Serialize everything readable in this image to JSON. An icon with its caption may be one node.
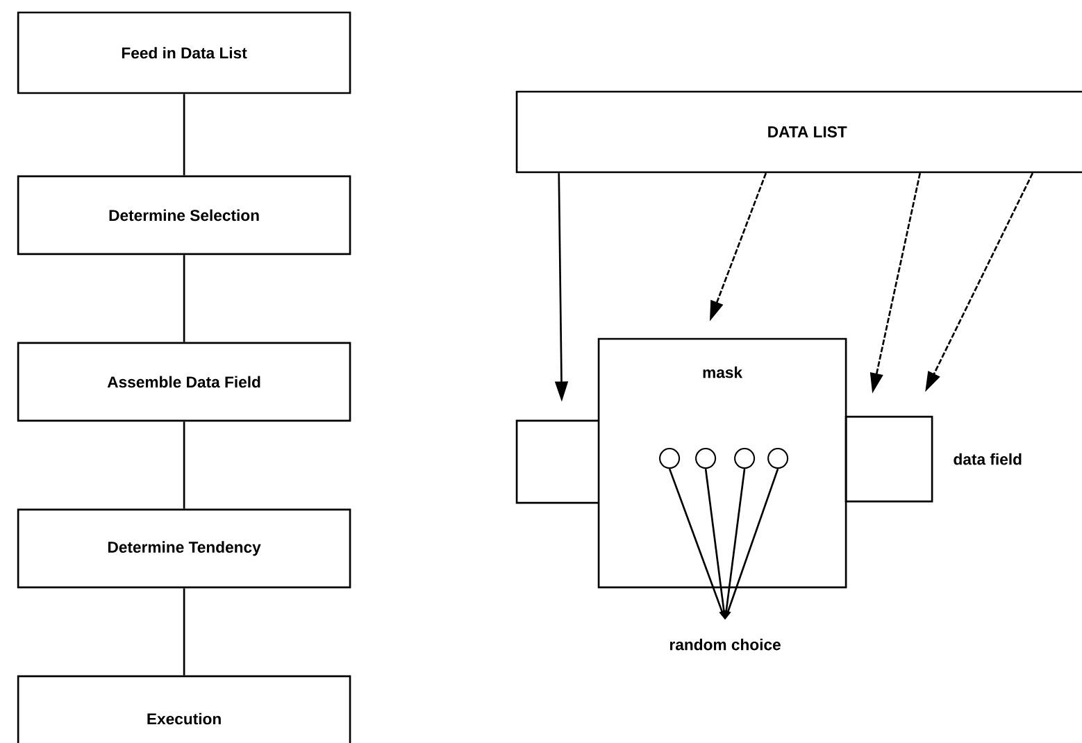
{
  "diagram": {
    "nodes": [
      {
        "text": [
          "Feed in Data List"
        ]
      },
      {
        "text": [
          "Determine Selection"
        ]
      },
      {
        "text": [
          "Assemble Data Field"
        ]
      },
      {
        "text": [
          "Determine Tendency"
        ]
      },
      {
        "text": [
          "Execution"
        ]
      },
      {
        "text": [
          "DATA LIST"
        ]
      },
      {
        "text": [
          "mask"
        ]
      },
      {
        "text": [],
        "shape": "box"
      },
      {
        "text": [],
        "shape": "box",
        "beside": [
          "data field"
        ]
      },
      {
        "text": [],
        "shape": "circle",
        "in": 6
      },
      {
        "text": [],
        "shape": "circle",
        "in": 6
      },
      {
        "text": [],
        "shape": "circle",
        "in": 6
      },
      {
        "text": [],
        "shape": "circle",
        "in": 6
      },
      {
        "text": [
          "random choice"
        ]
      }
    ],
    "edges": [
      {
        "from": 0,
        "to": 1,
        "arrow": "none"
      },
      {
        "from": 1,
        "to": 2,
        "arrow": "none"
      },
      {
        "from": 2,
        "to": 3,
        "arrow": "none"
      },
      {
        "from": 3,
        "to": 4,
        "arrow": "none"
      },
      {
        "from": 5,
        "to": 7,
        "arrow": "to"
      },
      {
        "from": 5,
        "to": 6,
        "arrow": "to",
        "style": "dashed"
      },
      {
        "from": 5,
        "to": 8,
        "arrow": "to",
        "style": "dashed"
      },
      {
        "from": 5,
        "to": 8,
        "arrow": "to",
        "style": "dashed"
      },
      {
        "from": 9,
        "to": 13,
        "arrow": "to"
      },
      {
        "from": 10,
        "to": 13,
        "arrow": "to"
      },
      {
        "from": 11,
        "to": 13,
        "arrow": "to"
      },
      {
        "from": 12,
        "to": 13,
        "arrow": "to"
      }
    ]
  }
}
